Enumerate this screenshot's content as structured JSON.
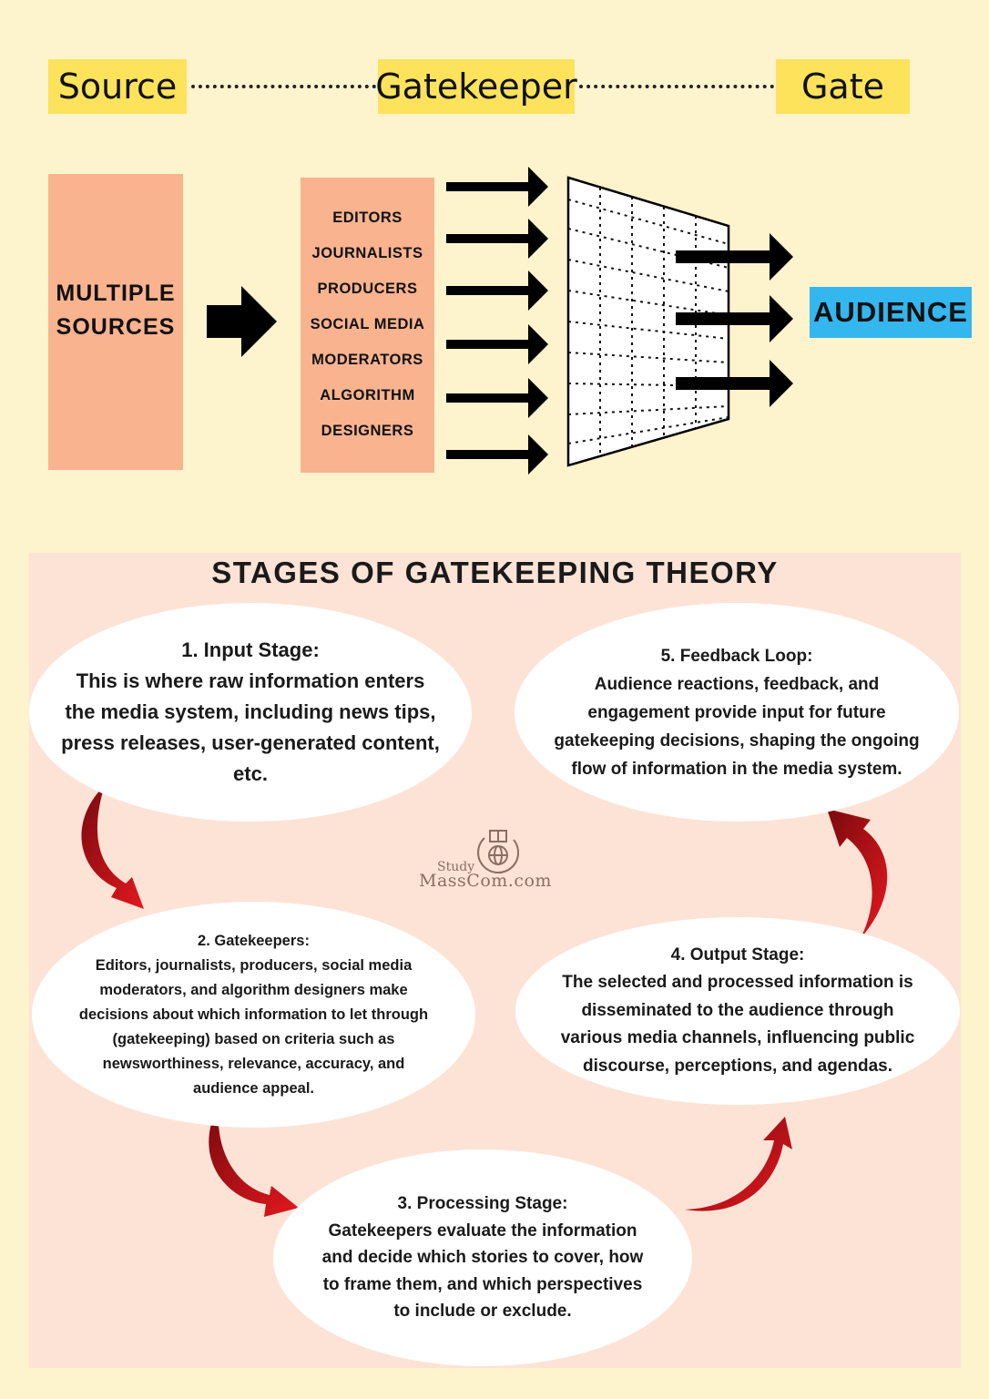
{
  "header": {
    "source": "Source",
    "gatekeeper": "Gatekeeper",
    "gate": "Gate"
  },
  "diagram": {
    "multiple_sources": [
      "MULTIPLE",
      "SOURCES"
    ],
    "roles": [
      "EDITORS",
      "JOURNALISTS",
      "PRODUCERS",
      "SOCIAL MEDIA",
      "MODERATORS",
      "ALGORITHM",
      "DESIGNERS"
    ],
    "audience": "AUDIENCE"
  },
  "stages": {
    "title": "STAGES OF GATEKEEPING THEORY",
    "items": [
      {
        "title": "1. Input Stage:",
        "body": "This is where raw information enters the media system, including news tips, press releases, user-generated content, etc."
      },
      {
        "title": "2. Gatekeepers:",
        "body": "Editors, journalists, producers, social media moderators, and algorithm designers make decisions about which information to let through (gatekeeping) based on criteria such as newsworthiness, relevance, accuracy, and audience appeal."
      },
      {
        "title": "3. Processing Stage:",
        "body": "Gatekeepers evaluate the information and decide which stories to cover, how to frame them, and which perspectives to include or exclude."
      },
      {
        "title": "4. Output Stage:",
        "body": "The selected and processed information is disseminated to the audience through various media channels, influencing public discourse, perceptions, and agendas."
      },
      {
        "title": "5. Feedback Loop:",
        "body": "Audience reactions, feedback, and engagement provide input for future gatekeeping decisions, shaping the ongoing flow of information in the media system."
      }
    ]
  },
  "watermark": {
    "line1": "Study",
    "line2": "MassCom.com"
  },
  "colors": {
    "background": "#fdf3cd",
    "chip": "#fde25c",
    "salmon": "#f9b38f",
    "audience": "#34b6ee",
    "panel": "#fde3d6",
    "arrow_red": "#c8141a"
  }
}
